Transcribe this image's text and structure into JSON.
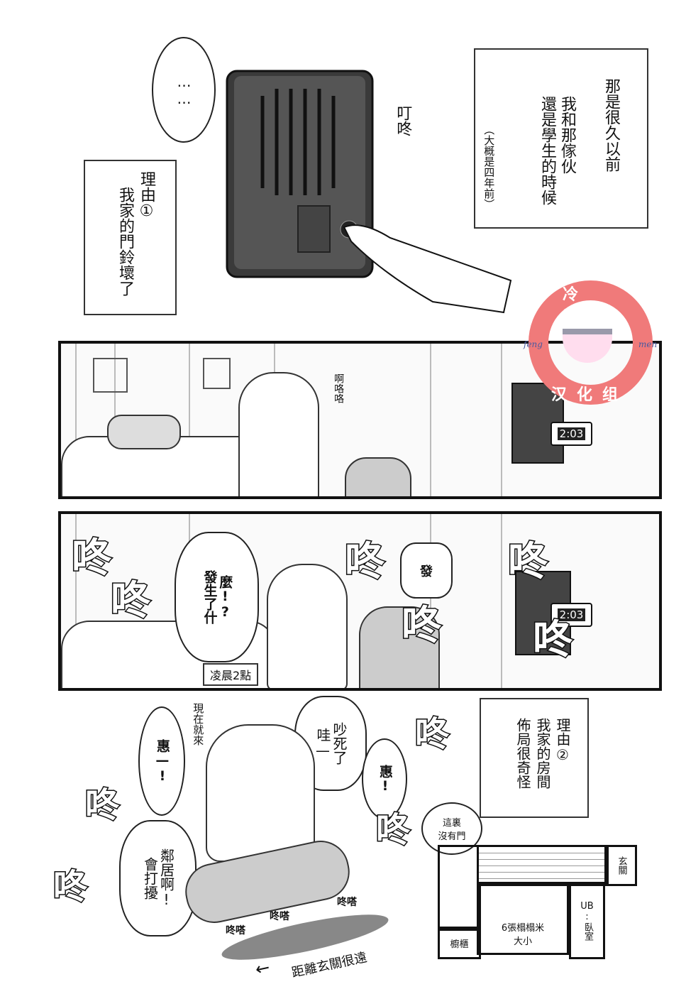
{
  "top": {
    "ellipsis_bubble": "……",
    "doorbell_sfx": "叮咚",
    "narration_1": [
      "那是很久以前",
      "我和那傢伙",
      "還是學生的時候"
    ],
    "narration_1_note": "（大概是四年前）",
    "reason_1": [
      "理由①",
      "我家的門鈴壞了"
    ]
  },
  "watermark": {
    "top": "冷门",
    "bottom": "汉化组",
    "left": "feng",
    "right": "men",
    "color": "#f07a7a"
  },
  "panel2": {
    "sfx_small": "啊咯咯",
    "clock": "2:03"
  },
  "panel3": {
    "bubble_what": [
      "發生了什",
      "麼!?"
    ],
    "bubble_fa": "發",
    "sfx": "咚",
    "caption_time": "凌晨2點",
    "clock": "2:03"
  },
  "bottom": {
    "now_coming": "現在就來",
    "bubble_hui_long": "惠—!",
    "bubble_wa": [
      "哇—",
      "吵死了"
    ],
    "bubble_hui": "惠!",
    "bubble_neighbors": [
      "會打擾",
      "鄰居啊!"
    ],
    "footsteps": [
      "咚嗒",
      "咚嗒",
      "咚嗒"
    ],
    "distance_note": "距離玄關很遠",
    "sfx": "咚",
    "reason_2": [
      "理由②",
      "我家的房間",
      "佈局很奇怪"
    ],
    "no_door_bubble": [
      "這裏",
      "沒有門"
    ],
    "floorplan": {
      "entrance": "玄關",
      "room": "6張榻榻米",
      "room_size": "大小",
      "ub": "UB",
      "bedroom": "臥室",
      "closet": "櫥櫃"
    }
  }
}
